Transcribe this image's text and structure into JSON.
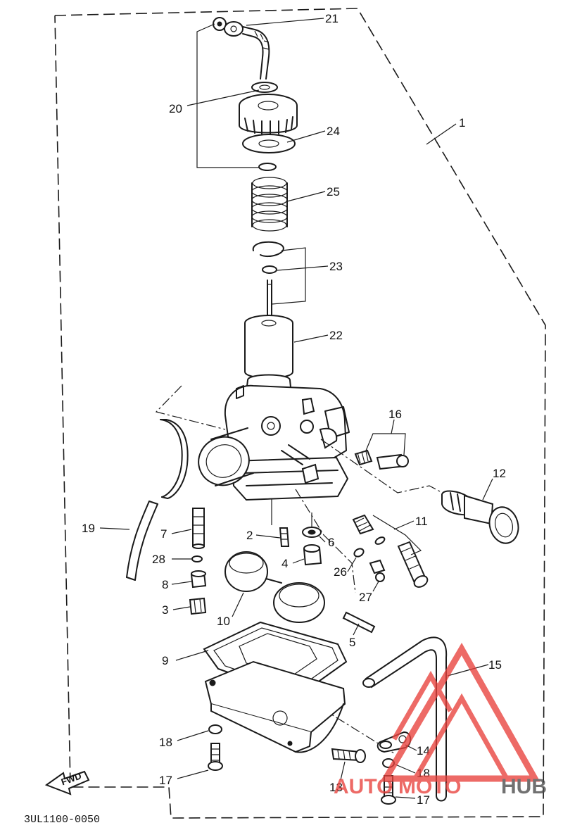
{
  "diagram_code": "3UL1100-0050",
  "fwd_label": "FWD",
  "watermark": {
    "part1": "AUTO",
    "part2": "MOTO",
    "part3": "HUB",
    "color": "#e8413c",
    "dark": "#4a4a4a"
  },
  "callouts": [
    {
      "id": "21",
      "label": "21"
    },
    {
      "id": "20",
      "label": "20"
    },
    {
      "id": "24",
      "label": "24"
    },
    {
      "id": "1",
      "label": "1"
    },
    {
      "id": "25",
      "label": "25"
    },
    {
      "id": "23",
      "label": "23"
    },
    {
      "id": "22",
      "label": "22"
    },
    {
      "id": "16",
      "label": "16"
    },
    {
      "id": "12",
      "label": "12"
    },
    {
      "id": "11",
      "label": "11"
    },
    {
      "id": "19",
      "label": "19"
    },
    {
      "id": "7",
      "label": "7"
    },
    {
      "id": "2",
      "label": "2"
    },
    {
      "id": "6",
      "label": "6"
    },
    {
      "id": "28",
      "label": "28"
    },
    {
      "id": "4",
      "label": "4"
    },
    {
      "id": "26",
      "label": "26"
    },
    {
      "id": "8",
      "label": "8"
    },
    {
      "id": "27",
      "label": "27"
    },
    {
      "id": "3",
      "label": "3"
    },
    {
      "id": "10",
      "label": "10"
    },
    {
      "id": "5",
      "label": "5"
    },
    {
      "id": "9",
      "label": "9"
    },
    {
      "id": "15",
      "label": "15"
    },
    {
      "id": "18a",
      "label": "18"
    },
    {
      "id": "14",
      "label": "14"
    },
    {
      "id": "18b",
      "label": "18"
    },
    {
      "id": "17a",
      "label": "17"
    },
    {
      "id": "13",
      "label": "13"
    },
    {
      "id": "17b",
      "label": "17"
    }
  ]
}
